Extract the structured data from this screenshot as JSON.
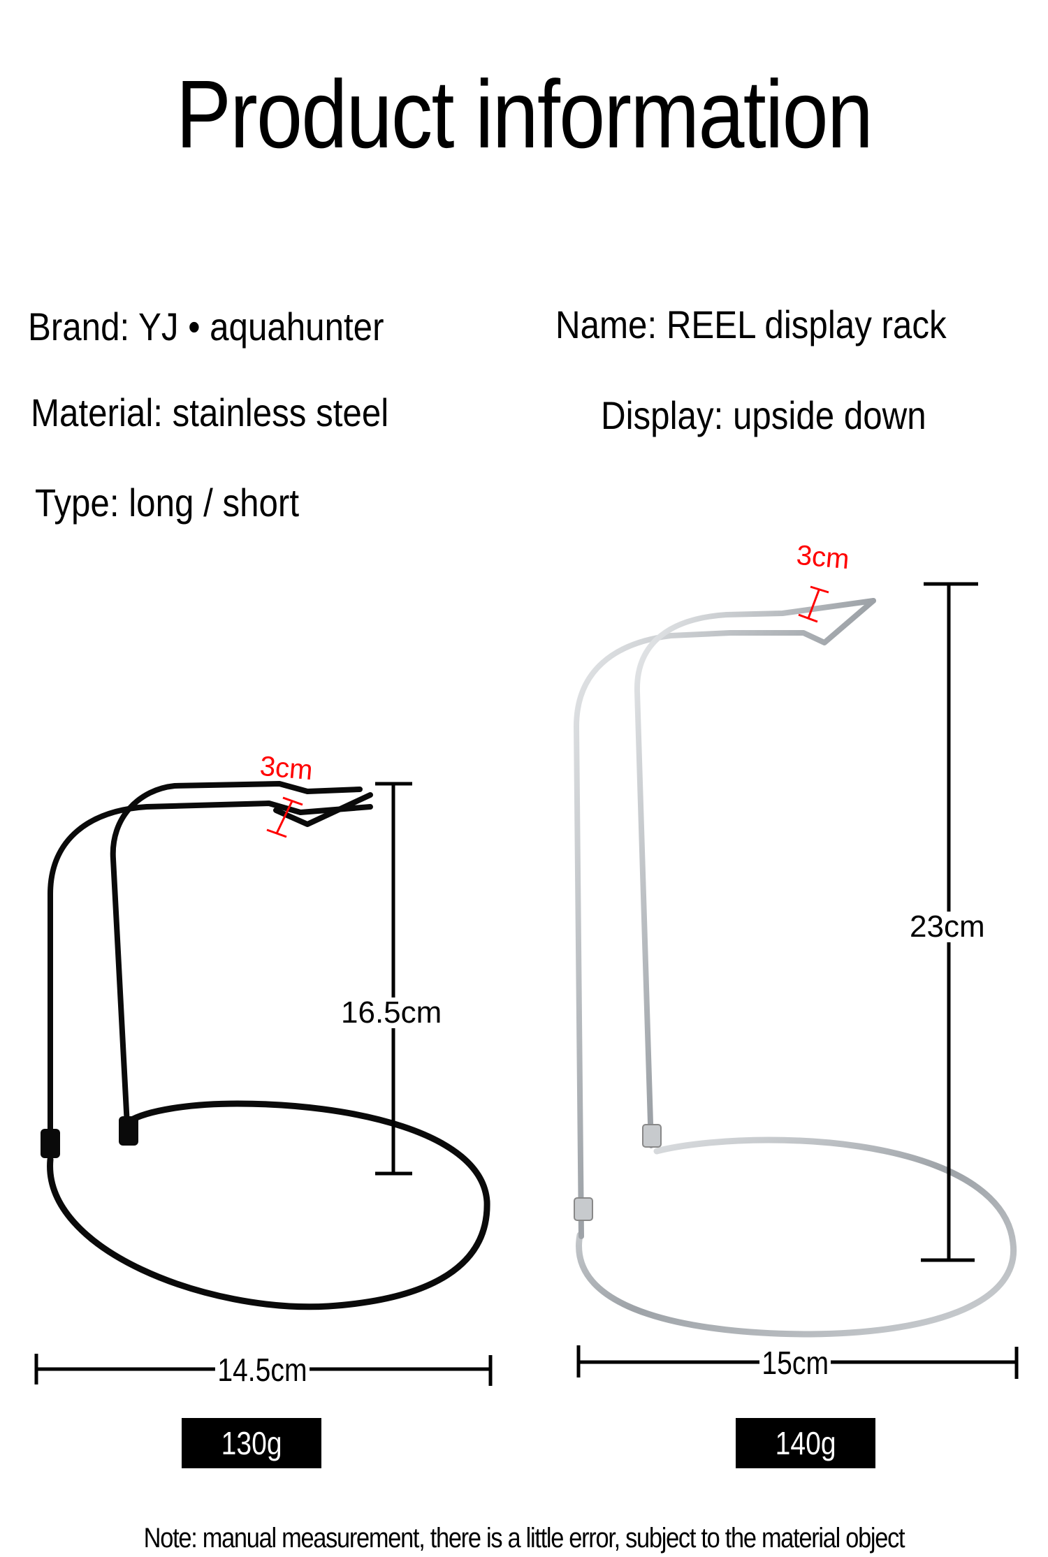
{
  "title": "Product information",
  "specs": {
    "brand": "Brand: YJ  •  aquahunter",
    "name": "Name: REEL display rack",
    "material": "Material: stainless steel",
    "display": "Display: upside down",
    "type": "Type: long / short"
  },
  "products": [
    {
      "variant": "short",
      "finish": "black",
      "color": "#0a0a0a",
      "gap_label": "3cm",
      "height_label": "16.5cm",
      "width_label": "14.5cm",
      "weight_label": "130g"
    },
    {
      "variant": "long",
      "finish": "chrome",
      "color": "#b8bcc0",
      "gap_label": "3cm",
      "height_label": "23cm",
      "width_label": "15cm",
      "weight_label": "140g"
    }
  ],
  "accent_color": "#ff0000",
  "note": "Note: manual measurement, there is a little error, subject to the material object"
}
